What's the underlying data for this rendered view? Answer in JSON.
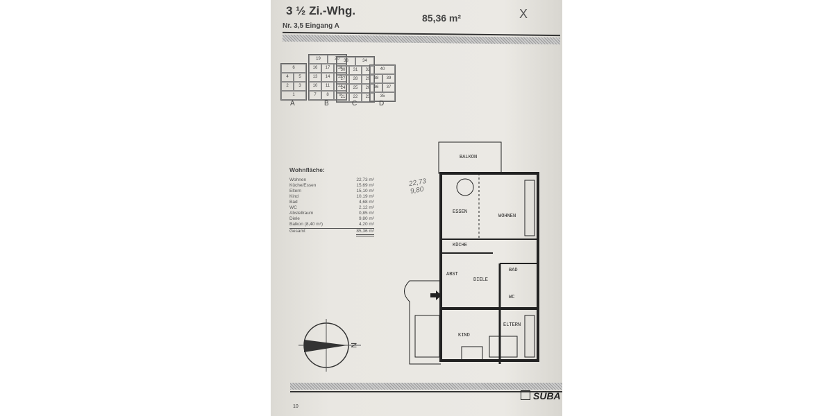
{
  "header": {
    "title": "3 ½ Zi.-Whg.",
    "subtitle": "Nr. 3,5 Eingang A",
    "area": "85,36 m²",
    "handwritten_mark": "X"
  },
  "blocks": [
    {
      "label": "A",
      "cells": [
        "6",
        "4",
        "5",
        "2",
        "3",
        "1"
      ]
    },
    {
      "label": "B",
      "cells": [
        "19",
        "20",
        "16",
        "17",
        "18",
        "13",
        "14",
        "15",
        "10",
        "11",
        "12",
        "7",
        "8",
        "9"
      ]
    },
    {
      "label": "C",
      "cells": [
        "33",
        "34",
        "30",
        "31",
        "32",
        "27",
        "28",
        "29",
        "24",
        "25",
        "26",
        "21",
        "22",
        "23"
      ]
    },
    {
      "label": "D",
      "cells": [
        "40",
        "38",
        "39",
        "36",
        "37",
        "35"
      ]
    }
  ],
  "wohnflaeche": {
    "heading": "Wohnfläche:",
    "rows": [
      {
        "room": "Wohnen",
        "size": "22,73 m²"
      },
      {
        "room": "Küche/Essen",
        "size": "15,69 m²"
      },
      {
        "room": "Eltern",
        "size": "15,10 m²"
      },
      {
        "room": "Kind",
        "size": "10,19 m²"
      },
      {
        "room": "Bad",
        "size": "4,68 m²"
      },
      {
        "room": "WC",
        "size": "2,12 m²"
      },
      {
        "room": "Abstellraum",
        "size": "0,85 m²"
      },
      {
        "room": "Diele",
        "size": "9,80 m²"
      },
      {
        "room": "Balkon (8,40 m²)",
        "size": "4,20 m²"
      }
    ],
    "total": {
      "room": "Gesamt",
      "size": "85,36 m²"
    }
  },
  "handwritten_notes": [
    "22,73",
    "9,80"
  ],
  "plan_labels": {
    "balkon": "BALKON",
    "essen": "ESSEN",
    "wohnen": "WOHNEN",
    "kueche": "KÜCHE",
    "abst": "ABST",
    "diele": "DIELE",
    "bad": "BAD",
    "wc": "WC",
    "eltern": "ELTERN",
    "kind": "KIND"
  },
  "compass": {
    "label": "N"
  },
  "footer": {
    "page_number": "10",
    "logo": "SÜBA"
  }
}
